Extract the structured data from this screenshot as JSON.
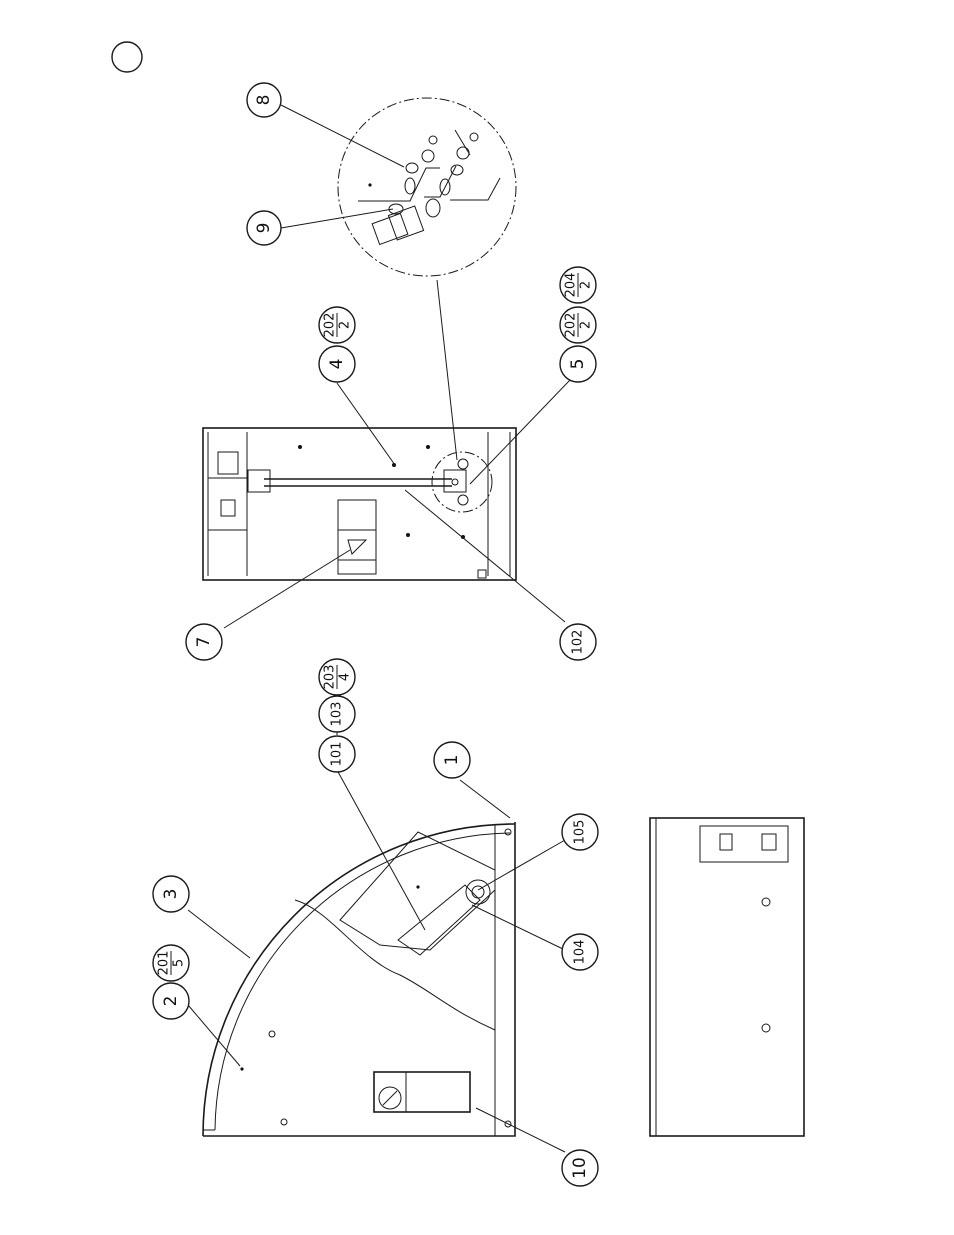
{
  "callouts": {
    "c1": "1",
    "c2": "2",
    "c3": "3",
    "c4": "4",
    "c5": "5",
    "c7": "7",
    "c8": "8",
    "c9": "9",
    "c10": "10",
    "c101": "101",
    "c102": "102",
    "c103": "103",
    "c104": "104",
    "c105": "105"
  },
  "qty": {
    "q201": {
      "part": "201",
      "count": "5"
    },
    "q202a": {
      "part": "202",
      "count": "2"
    },
    "q202b": {
      "part": "202",
      "count": "2"
    },
    "q203": {
      "part": "203",
      "count": "4"
    },
    "q204": {
      "part": "204",
      "count": "2"
    }
  }
}
